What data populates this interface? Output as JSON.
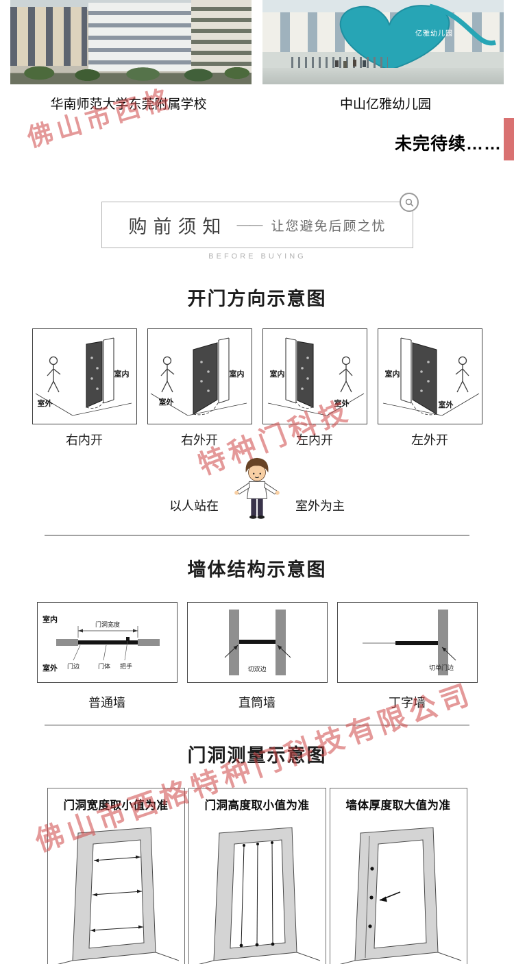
{
  "watermark": {
    "color": "#ce4646",
    "fragments": [
      "佛山市西格",
      "特种门科技",
      "佛山市西格特种门科技有限公司"
    ]
  },
  "gallery": {
    "left_caption": "华南师范大学东莞附属学校",
    "right_caption": "中山亿雅幼儿园",
    "right_overlay": "亿雅幼儿园",
    "to_be_continued": "未完待续……"
  },
  "notice": {
    "title": "购前须知",
    "dash": "——",
    "subtitle": "让您避免后顾之忧",
    "subtitle_en": "BEFORE BUYING"
  },
  "door_direction": {
    "title": "开门方向示意图",
    "items": [
      {
        "label": "右内开",
        "indoor": "室内",
        "outdoor": "室外"
      },
      {
        "label": "右外开",
        "indoor": "室内",
        "outdoor": "室外"
      },
      {
        "label": "左内开",
        "indoor": "室内",
        "outdoor": "室外"
      },
      {
        "label": "左外开",
        "indoor": "室内",
        "outdoor": "室外"
      }
    ],
    "note_prefix": "以人站在",
    "note_suffix": "室外为主"
  },
  "wall_structure": {
    "title": "墙体结构示意图",
    "normal": {
      "label": "普通墙",
      "indoor": "室内",
      "outdoor": "室外",
      "width_label": "门洞宽度",
      "ann1": "门边",
      "ann2": "门体",
      "ann3": "把手"
    },
    "straight": {
      "label": "直筒墙",
      "note": "切双边"
    },
    "tee": {
      "label": "丁字墙",
      "note": "切单门边"
    }
  },
  "door_measure": {
    "title": "门洞测量示意图",
    "items": [
      {
        "title": "门洞宽度取小值为准"
      },
      {
        "title": "门洞高度取小值为准"
      },
      {
        "title": "墙体厚度取大值为准"
      }
    ]
  }
}
